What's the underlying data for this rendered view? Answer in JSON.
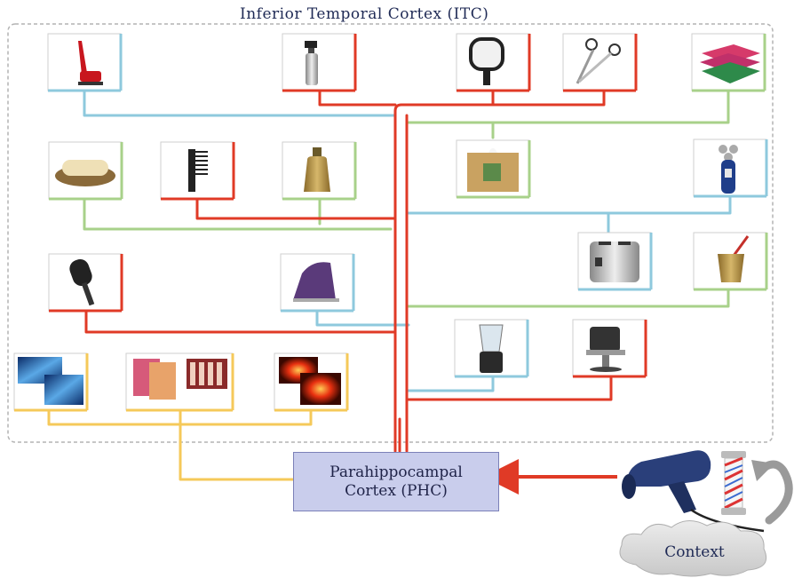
{
  "diagram": {
    "itc_title": "Inferior Temporal Cortex (ITC)",
    "phc_line1": "Parahippocampal",
    "phc_line2": "Cortex (PHC)",
    "context_label": "Context",
    "link_colors": {
      "red": "#e03a26",
      "blue": "#8ec9dd",
      "green": "#a8d18a",
      "yellow": "#f5c95a"
    },
    "objects": [
      "vacuum-cleaner",
      "spray-bottle",
      "hand-mirror",
      "scissors",
      "towels",
      "soap-dish",
      "comb",
      "soap-dispenser",
      "tissue-box",
      "electric-shaver",
      "toaster",
      "toothbrush-cup",
      "hair-brush",
      "clothes-iron",
      "blender",
      "barber-chair",
      "ocean-photo",
      "magazine-photos",
      "sunset-photo",
      "hair-dryer",
      "barber-pole"
    ]
  }
}
